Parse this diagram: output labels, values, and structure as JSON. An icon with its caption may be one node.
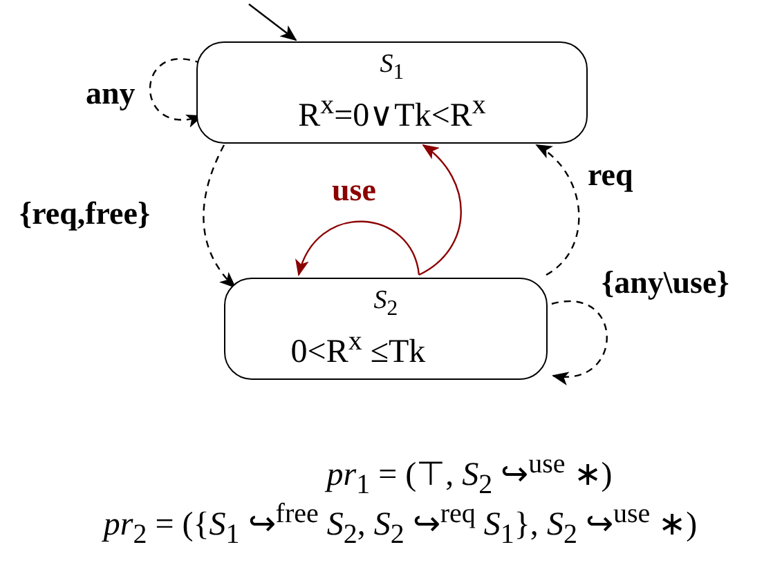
{
  "diagram": {
    "nodes": [
      {
        "text": [
          "*S*$_{1}$",
          "R$^{x}$=0∨Tk<R$^{x}$"
        ]
      },
      {
        "text": [
          "*S*$_{2}$",
          "0<R$^{x}$ ≤Tk"
        ]
      }
    ],
    "edges": [
      {
        "from": null,
        "to": 0,
        "arrow": "to"
      },
      {
        "from": 0,
        "to": 0,
        "arrow": "to",
        "label": "any",
        "style": "dashed"
      },
      {
        "from": 0,
        "to": 1,
        "arrow": "to",
        "label": "{req,free}",
        "style": "dashed"
      },
      {
        "from": 1,
        "to": 0,
        "arrow": "to",
        "color": "#8b0000"
      },
      {
        "from": 1,
        "to": 1,
        "arrow": "to",
        "label": "use",
        "color": "#8b0000"
      },
      {
        "from": 1,
        "to": 0,
        "arrow": "to",
        "label": "req",
        "style": "dashed"
      },
      {
        "from": 1,
        "to": 1,
        "arrow": "to",
        "label": "{any\\use}",
        "style": "dashed"
      }
    ],
    "labels": [
      "*pr*$_{1}$ = (⊤, *S*$_{2}$ ↪$^{use}$ ∗)",
      "*pr*$_{2}$ = ({*S*$_{1}$ ↪$^{free}$ *S*$_{2}$, *S*$_{2}$ ↪$^{req}$ *S*$_{1}$}, *S*$_{2}$ ↪$^{use}$ ∗)"
    ]
  }
}
